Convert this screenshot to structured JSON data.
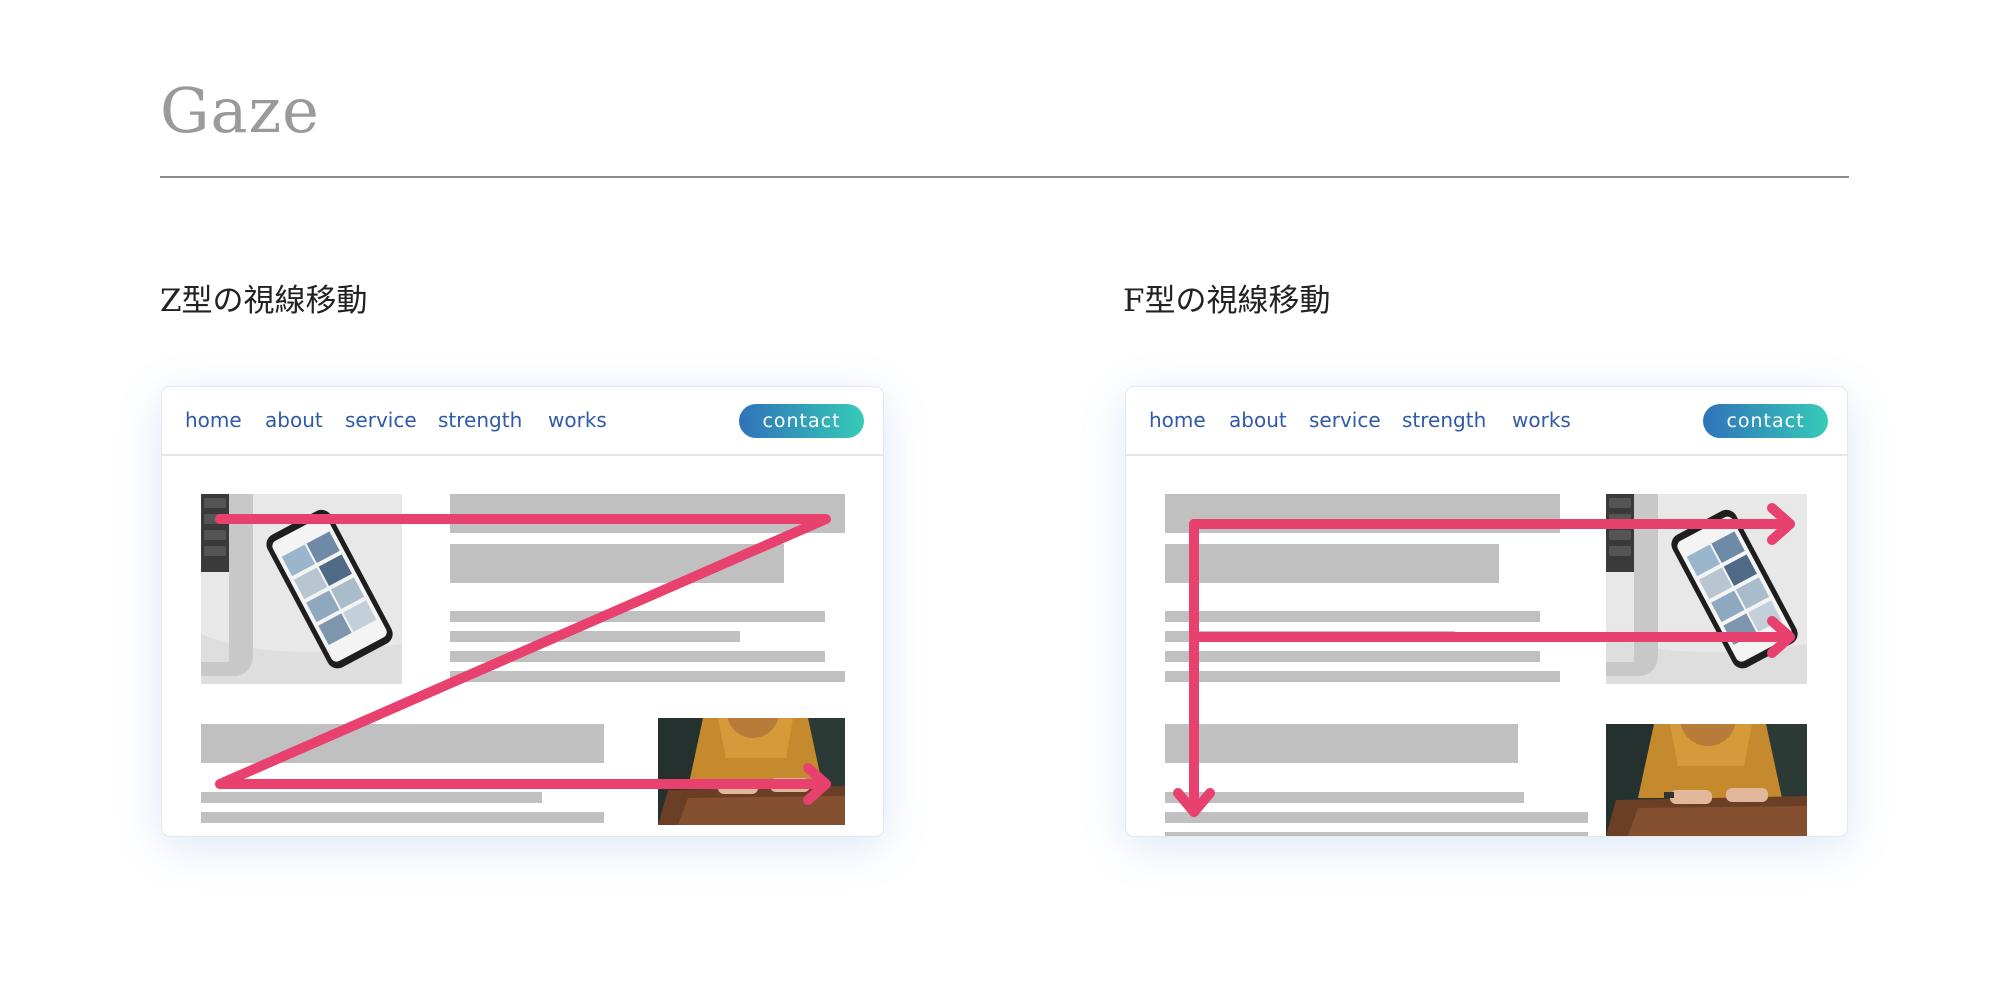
{
  "page": {
    "title": "Gaze"
  },
  "sections": [
    {
      "heading": "Z型の視線移動",
      "nav": {
        "links": [
          "home",
          "about",
          "service",
          "strength",
          "works"
        ],
        "cta": "contact"
      }
    },
    {
      "heading": "F型の視線移動",
      "nav": {
        "links": [
          "home",
          "about",
          "service",
          "strength",
          "works"
        ],
        "cta": "contact"
      }
    }
  ],
  "colors": {
    "arrow": "#e8416f",
    "nav_link": "#2f5aa8",
    "cta_gradient": [
      "#2f72ba",
      "#36cbb7"
    ],
    "placeholder": "#c0c0c0",
    "title": "#9a9a9a"
  },
  "icons": [
    "phone-desk-photo",
    "laptop-typing-photo",
    "gaze-arrow"
  ]
}
